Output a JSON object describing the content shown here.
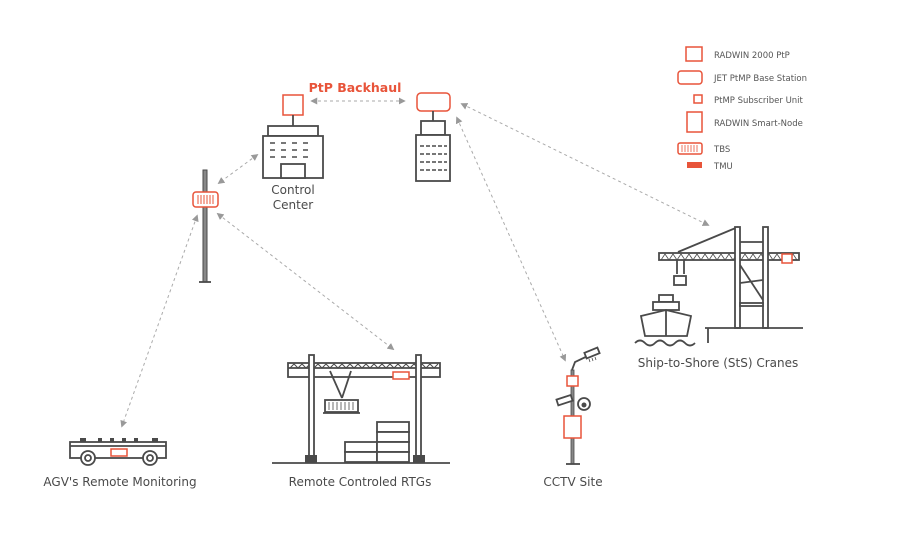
{
  "diagram": {
    "colors": {
      "accent": "#e8543a",
      "line": "#4a4a4a",
      "link": "#aaaaaa"
    },
    "backhaul_label": "PtP Backhaul",
    "nodes": {
      "control_center": {
        "label_line1": "Control",
        "label_line2": "Center",
        "device": "RADWIN 2000 PtP"
      },
      "tower_building": {
        "device": "JET PtMP Base Station"
      },
      "pole": {
        "device": "TBS"
      },
      "agv": {
        "label": "AGV's Remote Monitoring",
        "device": "TMU"
      },
      "rtg": {
        "label": "Remote Controled RTGs",
        "device": "TMU"
      },
      "cctv": {
        "label": "CCTV Site",
        "devices": [
          "PtMP Subscriber Unit",
          "RADWIN Smart-Node"
        ]
      },
      "sts": {
        "label": "Ship-to-Shore (StS) Cranes",
        "device": "PtMP Subscriber Unit"
      }
    },
    "links": [
      {
        "from": "control_center",
        "to": "tower_building",
        "type": "PtP Backhaul"
      },
      {
        "from": "tower_building",
        "to": "sts"
      },
      {
        "from": "tower_building",
        "to": "cctv"
      },
      {
        "from": "control_center",
        "to": "pole"
      },
      {
        "from": "pole",
        "to": "agv"
      },
      {
        "from": "pole",
        "to": "rtg"
      }
    ]
  },
  "legend": {
    "items": [
      {
        "icon": "ptp-radio-icon",
        "label": "RADWIN 2000 PtP"
      },
      {
        "icon": "base-station-icon",
        "label": "JET PtMP Base Station"
      },
      {
        "icon": "subscriber-unit-icon",
        "label": "PtMP Subscriber Unit"
      },
      {
        "icon": "smart-node-icon",
        "label": "RADWIN Smart-Node"
      },
      {
        "icon": "tbs-icon",
        "label": "TBS"
      },
      {
        "icon": "tmu-icon",
        "label": "TMU"
      }
    ]
  }
}
